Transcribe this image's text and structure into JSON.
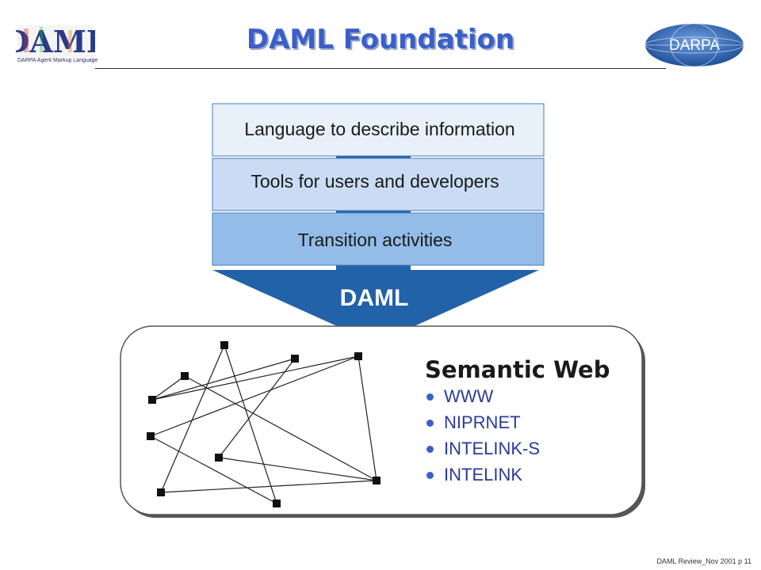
{
  "header": {
    "title": "DAML Foundation",
    "logo_text": "DAML",
    "logo_caption": "DARPA Agent Markup Language",
    "partner_logo_text": "DARPA"
  },
  "stack": {
    "boxes": [
      {
        "label": "Language to describe information",
        "fill": "#e8f0fa"
      },
      {
        "label": "Tools for users and developers",
        "fill": "#c9dcf3"
      },
      {
        "label": "Transition activities",
        "fill": "#93bde8"
      }
    ],
    "arrow_label": "DAML",
    "arrow_color": "#2262a8"
  },
  "semantic_web": {
    "title": "Semantic Web",
    "items": [
      "WWW",
      "NIPRNET",
      "INTELINK-S",
      "INTELINK"
    ]
  },
  "footer": {
    "text": "DAML Review_Nov 2001   p 11"
  }
}
